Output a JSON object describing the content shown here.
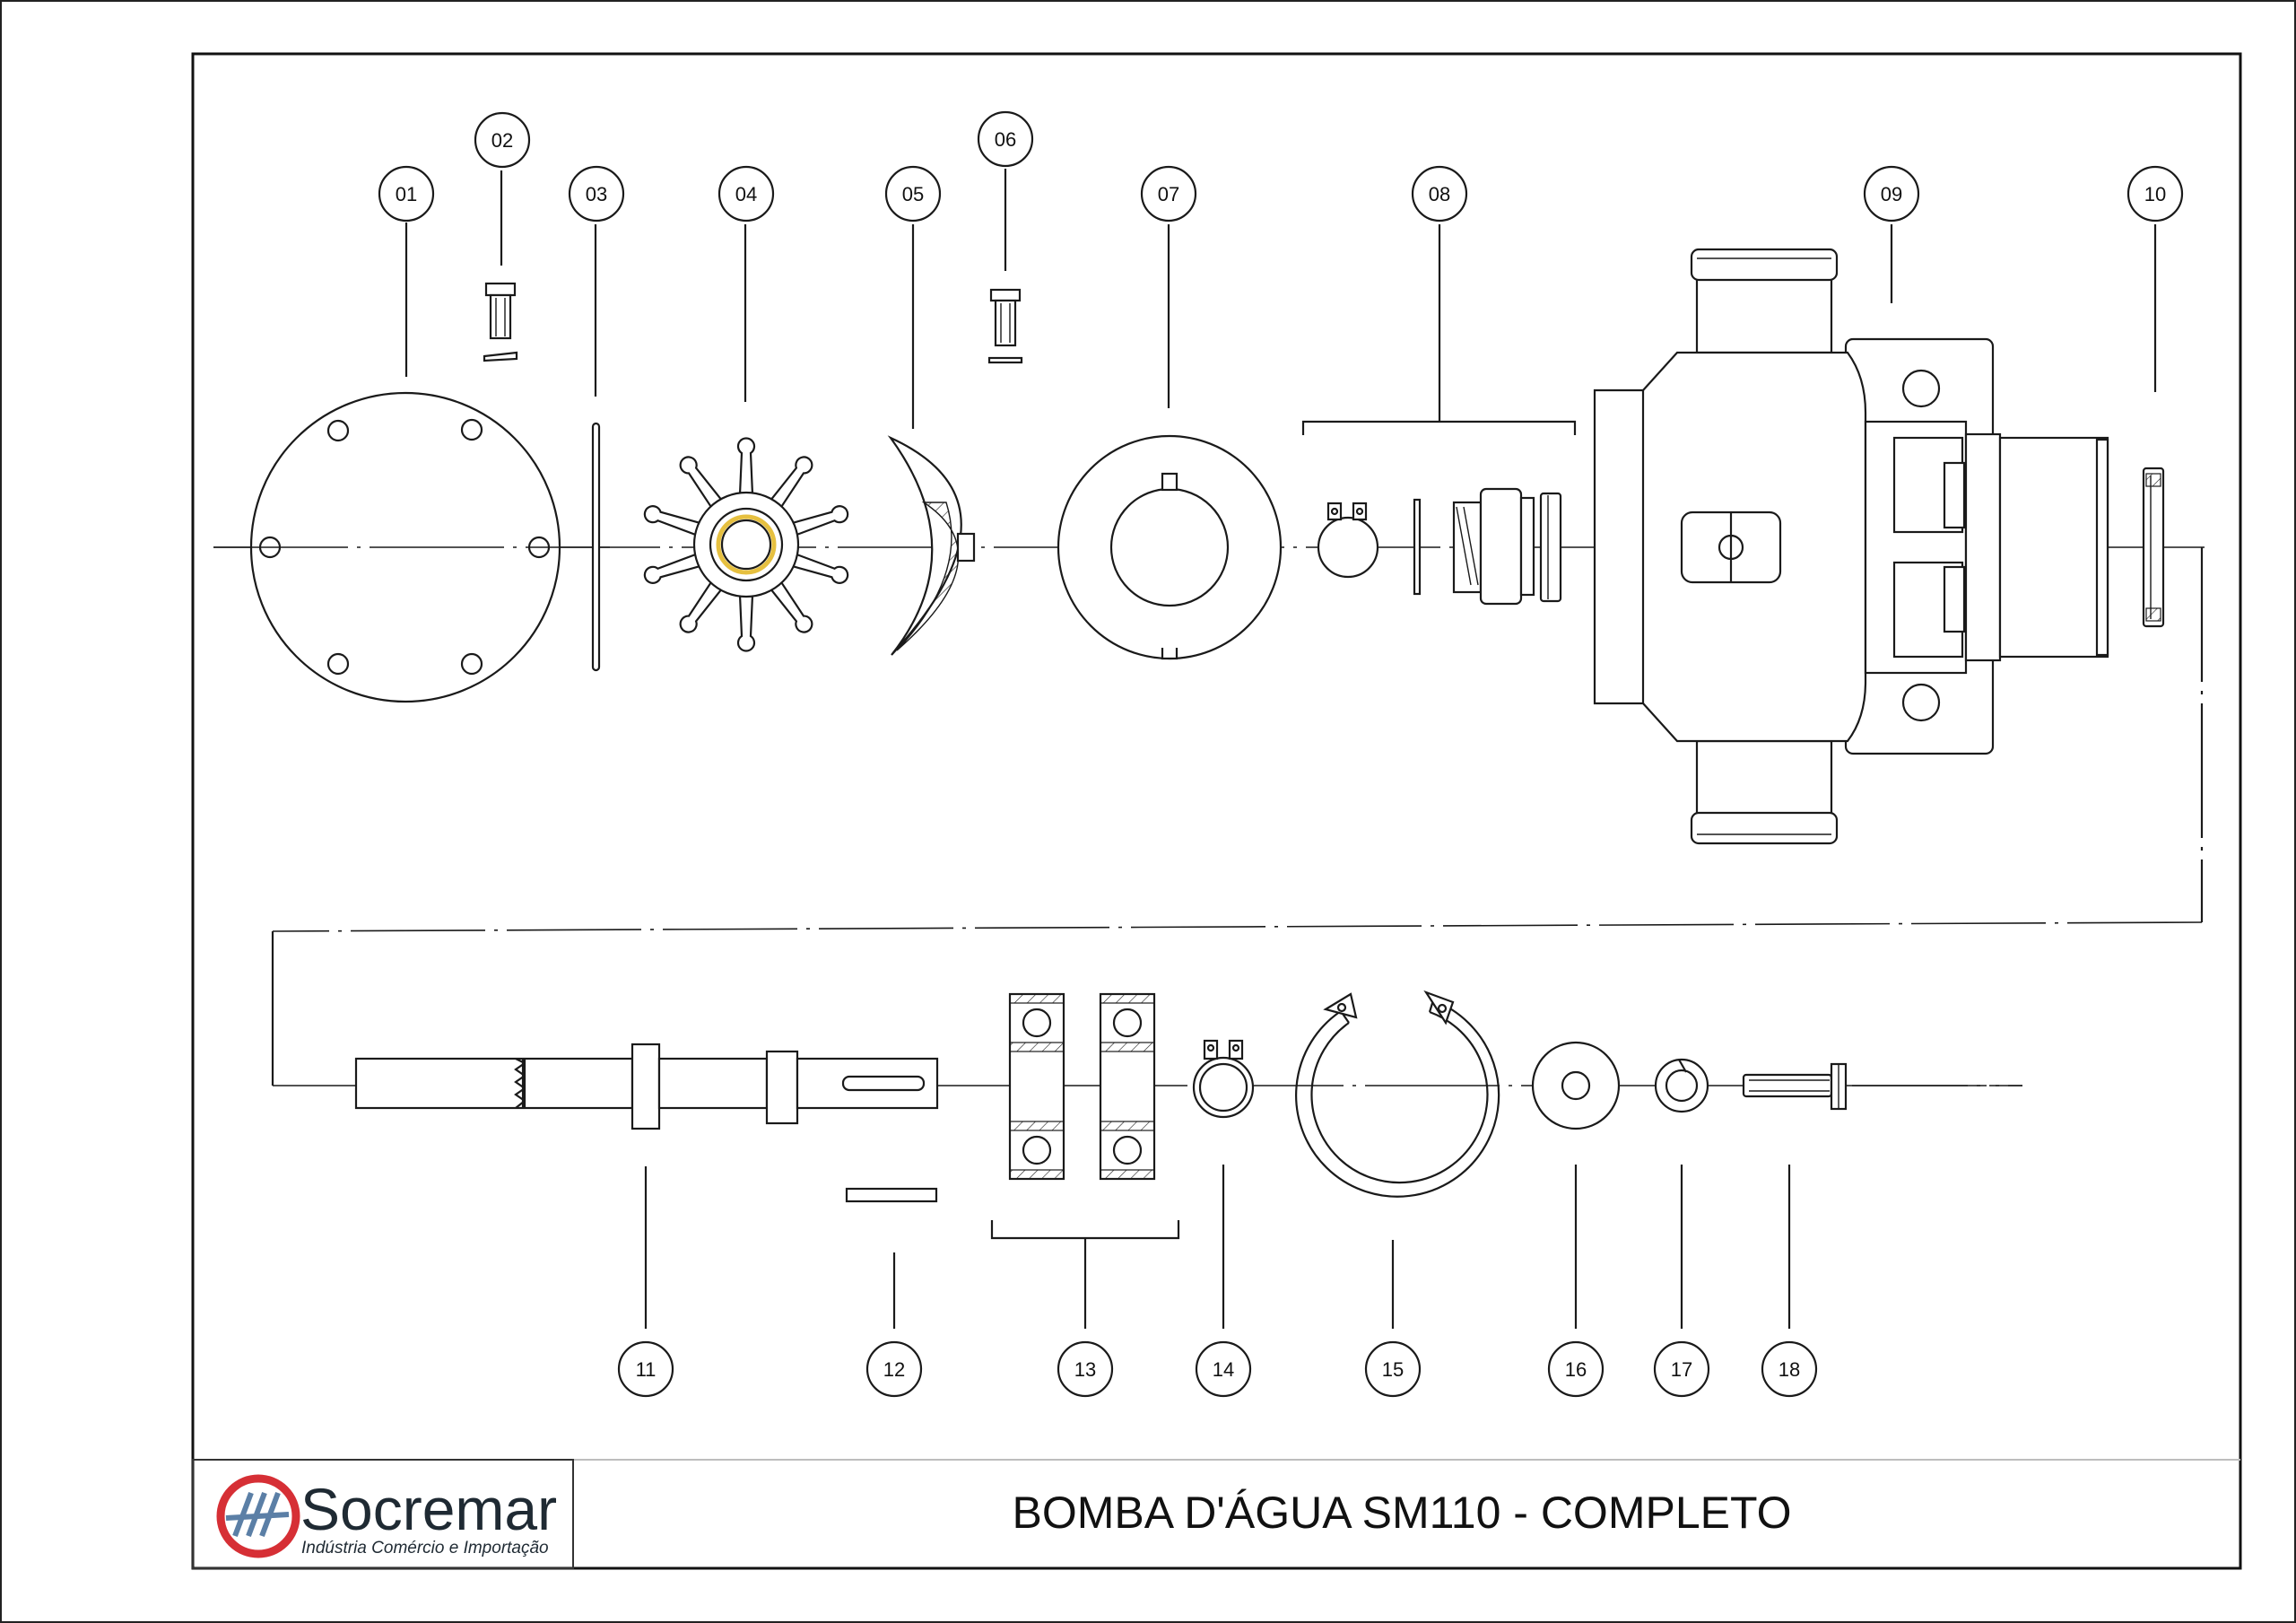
{
  "title": "BOMBA D'ÁGUA SM110 - COMPLETO",
  "brand": {
    "name": "Socremar",
    "subtitle": "Indústria Comércio e Importação",
    "logo_colors": {
      "ring": "#d62f35",
      "mark": "#5b7fa6"
    }
  },
  "highlight_color": "#e6c040",
  "callouts": [
    "01",
    "02",
    "03",
    "04",
    "05",
    "06",
    "07",
    "08",
    "09",
    "10",
    "11",
    "12",
    "13",
    "14",
    "15",
    "16",
    "17",
    "18"
  ]
}
